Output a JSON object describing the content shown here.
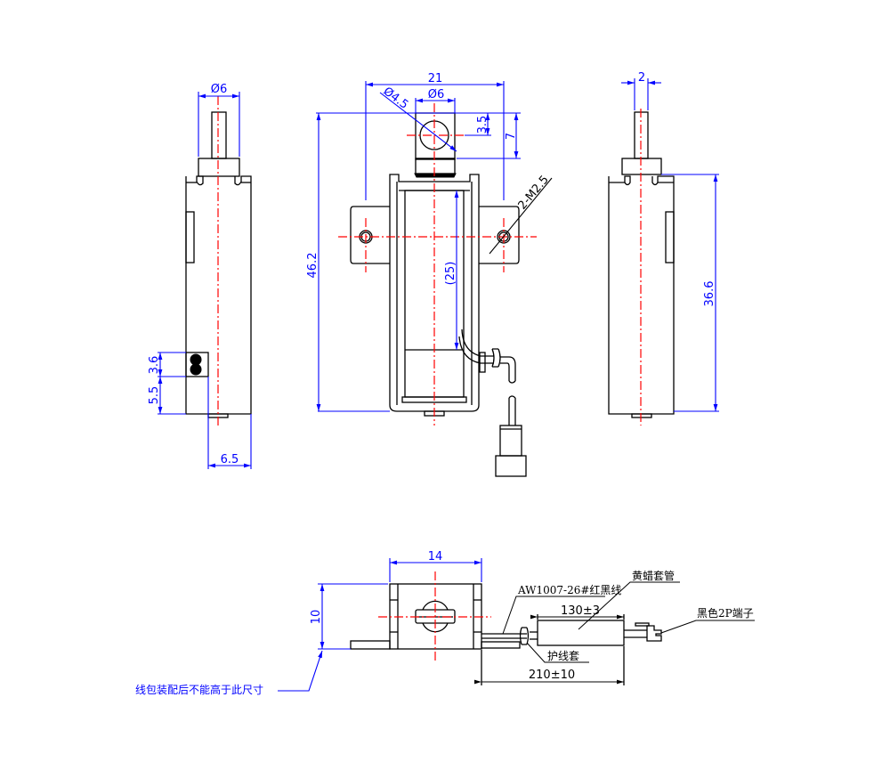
{
  "drawing": {
    "title": "Solenoid outline drawing",
    "colors": {
      "outline": "#000000",
      "dimension": "#0000ff",
      "centerline": "#ff0000"
    },
    "left_view": {
      "dims": {
        "plunger_dia": "Ø6",
        "led_upper": "3.6",
        "led_lower": "5.5",
        "width": "6.5"
      }
    },
    "front_view": {
      "dims": {
        "width": "21",
        "hole_dia": "Ø4.5",
        "head_dia": "Ø6",
        "hole_offset": "3.5",
        "head_height": "7",
        "mount_thread": "2-M2.5",
        "total_height": "46.2",
        "stroke": "(25)"
      }
    },
    "right_view": {
      "dims": {
        "pin_width": "2",
        "body_height": "36.6"
      }
    },
    "bottom_view": {
      "dims": {
        "width": "14",
        "height": "10",
        "sleeve_length": "130±3",
        "wire_length": "210±10"
      },
      "labels": {
        "wire": "AW1007-26#红黑线",
        "sleeve": "黄蜡套管",
        "terminal": "黑色2P端子",
        "grommet": "护线套",
        "note": "线包装配后不能高于此尺寸"
      }
    }
  }
}
